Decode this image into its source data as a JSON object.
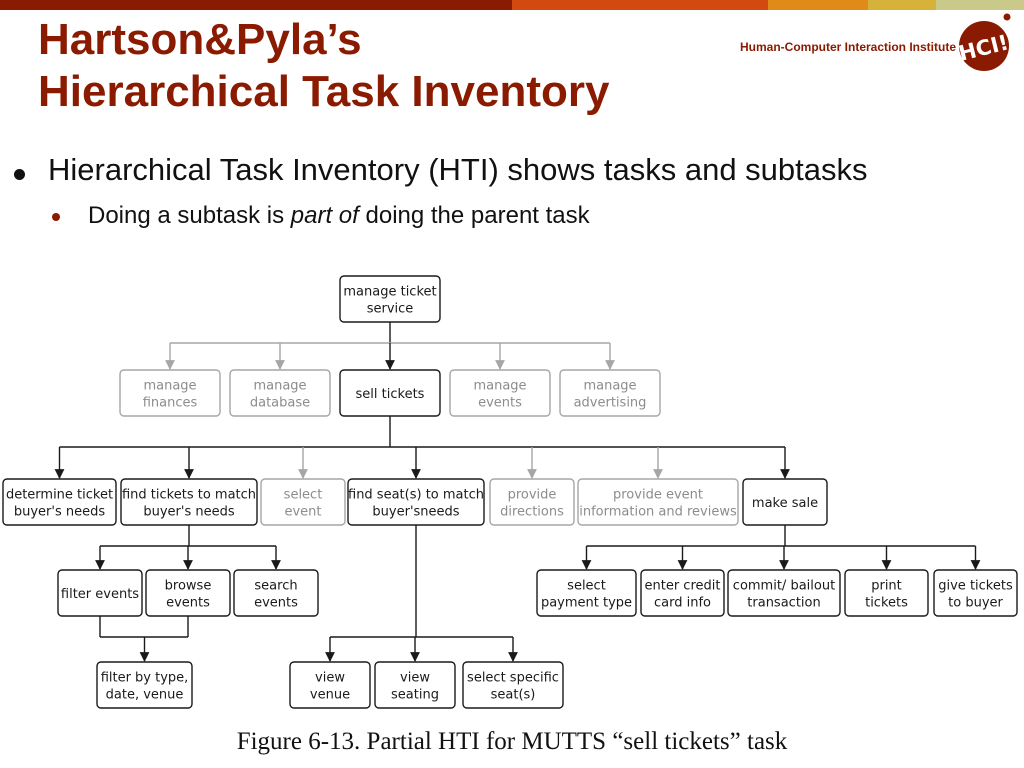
{
  "colors": {
    "title": "#8a1a00",
    "accent_dark": "#8a1a00",
    "bar": [
      "#8a1a00",
      "#d24a10",
      "#e08a1a",
      "#d6b23a",
      "#c9c98a"
    ],
    "node_dark": "#1a1a1a",
    "node_grey": "#a6a6a6"
  },
  "header": {
    "title_line1": "Hartson&Pyla’s",
    "title_line2": "Hierarchical Task Inventory",
    "institute": "Human-Computer Interaction Institute",
    "logo_text": "HCI!",
    "logo_icon": "hci-logo-icon"
  },
  "bullets": {
    "level1": "Hierarchical Task Inventory (HTI) shows tasks and subtasks",
    "level2_before": "Doing a subtask is ",
    "level2_em": "part of",
    "level2_after": " doing the parent task"
  },
  "diagram": {
    "nodes": [
      {
        "id": "manage-ticket-service",
        "lines": [
          "manage ticket",
          "service"
        ],
        "style": "dark"
      },
      {
        "id": "manage-finances",
        "lines": [
          "manage",
          "finances"
        ],
        "style": "grey"
      },
      {
        "id": "manage-database",
        "lines": [
          "manage",
          "database"
        ],
        "style": "grey"
      },
      {
        "id": "sell-tickets",
        "lines": [
          "sell tickets"
        ],
        "style": "dark"
      },
      {
        "id": "manage-events",
        "lines": [
          "manage",
          "events"
        ],
        "style": "grey"
      },
      {
        "id": "manage-advertising",
        "lines": [
          "manage",
          "advertising"
        ],
        "style": "grey"
      },
      {
        "id": "determine-ticket-buyers-needs",
        "lines": [
          "determine ticket",
          "buyer's needs"
        ],
        "style": "dark"
      },
      {
        "id": "find-tickets-to-match",
        "lines": [
          "find tickets to match",
          "buyer's needs"
        ],
        "style": "dark"
      },
      {
        "id": "select-event",
        "lines": [
          "select",
          "event"
        ],
        "style": "grey"
      },
      {
        "id": "find-seats-to-match",
        "lines": [
          "find seat(s) to match",
          "buyer'sneeds"
        ],
        "style": "dark"
      },
      {
        "id": "provide-directions",
        "lines": [
          "provide",
          "directions"
        ],
        "style": "grey"
      },
      {
        "id": "provide-event-information",
        "lines": [
          "provide event",
          "information and reviews"
        ],
        "style": "grey"
      },
      {
        "id": "make-sale",
        "lines": [
          "make sale"
        ],
        "style": "dark"
      },
      {
        "id": "filter-events",
        "lines": [
          "filter events"
        ],
        "style": "dark"
      },
      {
        "id": "browse-events",
        "lines": [
          "browse",
          "events"
        ],
        "style": "dark"
      },
      {
        "id": "search-events",
        "lines": [
          "search",
          "events"
        ],
        "style": "dark"
      },
      {
        "id": "select-payment-type",
        "lines": [
          "select",
          "payment type"
        ],
        "style": "dark"
      },
      {
        "id": "enter-credit-card-info",
        "lines": [
          "enter credit",
          "card info"
        ],
        "style": "dark"
      },
      {
        "id": "commit-bailout-transaction",
        "lines": [
          "commit/ bailout",
          "transaction"
        ],
        "style": "dark"
      },
      {
        "id": "print-tickets",
        "lines": [
          "print",
          "tickets"
        ],
        "style": "dark"
      },
      {
        "id": "give-tickets-to-buyer",
        "lines": [
          "give tickets",
          "to buyer"
        ],
        "style": "dark"
      },
      {
        "id": "filter-by-type-date-venue",
        "lines": [
          "filter by type,",
          "date, venue"
        ],
        "style": "dark"
      },
      {
        "id": "view-venue",
        "lines": [
          "view",
          "venue"
        ],
        "style": "dark"
      },
      {
        "id": "view-seating",
        "lines": [
          "view",
          "seating"
        ],
        "style": "dark"
      },
      {
        "id": "select-specific-seats",
        "lines": [
          "select specific",
          "seat(s)"
        ],
        "style": "dark"
      }
    ]
  },
  "caption": "Figure 6-13. Partial HTI for MUTTS “sell tickets” task"
}
